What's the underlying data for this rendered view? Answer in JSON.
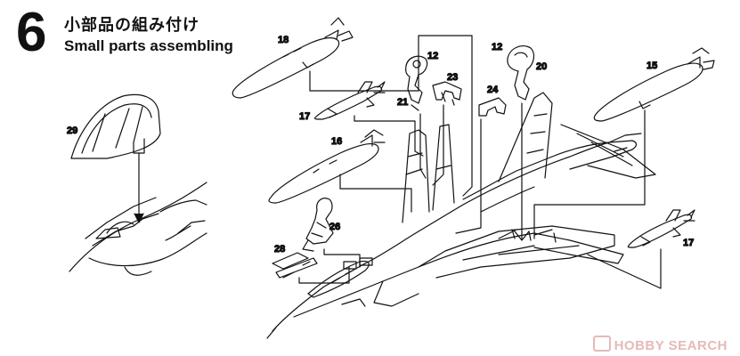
{
  "step": {
    "number": "6",
    "title_jp": "小部品の組み付け",
    "title_en": "Small parts assembling"
  },
  "callouts": [
    "29",
    "18",
    "17",
    "16",
    "12",
    "21",
    "23",
    "24",
    "12",
    "20",
    "15",
    "26",
    "28",
    "17"
  ],
  "watermark": "HOBBY SEARCH",
  "colors": {
    "ink": "#111111",
    "watermark": "#e6b9b9"
  }
}
